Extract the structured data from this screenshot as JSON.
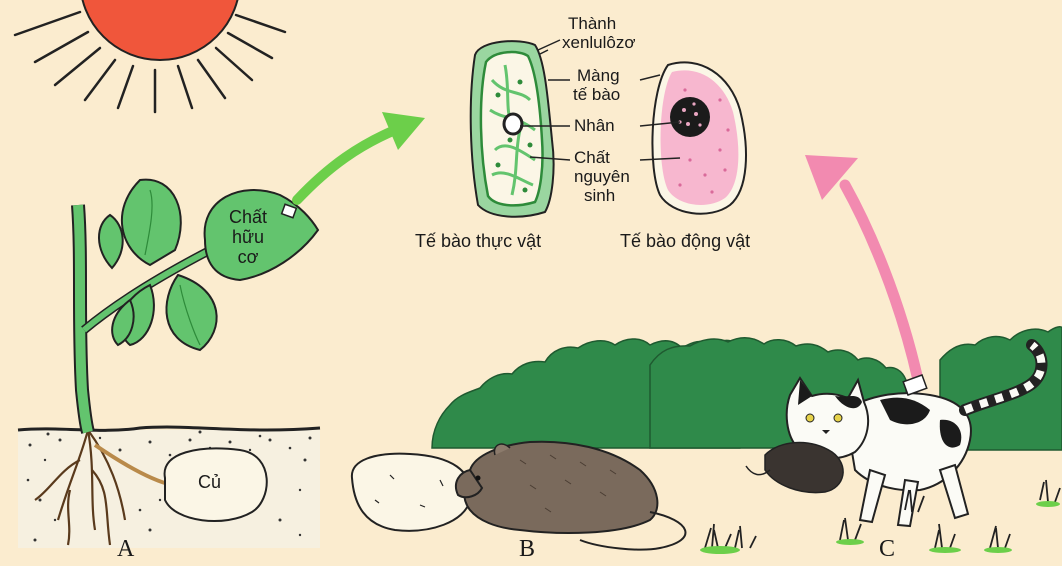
{
  "panels": {
    "a": "A",
    "b": "B",
    "c": "C"
  },
  "plant": {
    "leaf_label": [
      "Chất",
      "hữu",
      "cơ"
    ],
    "tuber_label": "Củ"
  },
  "cells": {
    "wall_label": [
      "Thành",
      "xenlulôzơ"
    ],
    "membrane_label": [
      "Màng",
      "tế bào"
    ],
    "nucleus_label": "Nhân",
    "cytoplasm_label": [
      "Chất",
      "nguyên",
      "sinh"
    ],
    "plant_cell_caption": "Tế bào thực vật",
    "animal_cell_caption": "Tế bào động vật"
  },
  "colors": {
    "background": "#fbeccf",
    "leaf_green": "#63c46e",
    "dark_green": "#2e8b3a",
    "bush": "#2f8a4a",
    "sun": "#f0563b",
    "arrow_green": "#6ccf4a",
    "arrow_pink": "#f28ab0",
    "cell_pink": "#f7b7cf"
  }
}
